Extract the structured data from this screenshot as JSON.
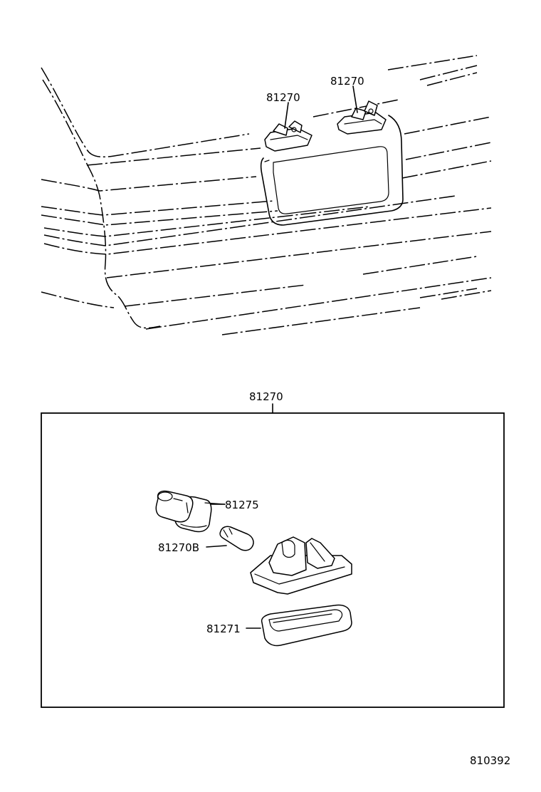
{
  "parts": {
    "top_left_callout": "81270",
    "top_right_callout": "81270",
    "assembly_header": "81270",
    "socket": "81275",
    "bulb": "81270B",
    "lens": "81271"
  },
  "figure_number": "810392"
}
